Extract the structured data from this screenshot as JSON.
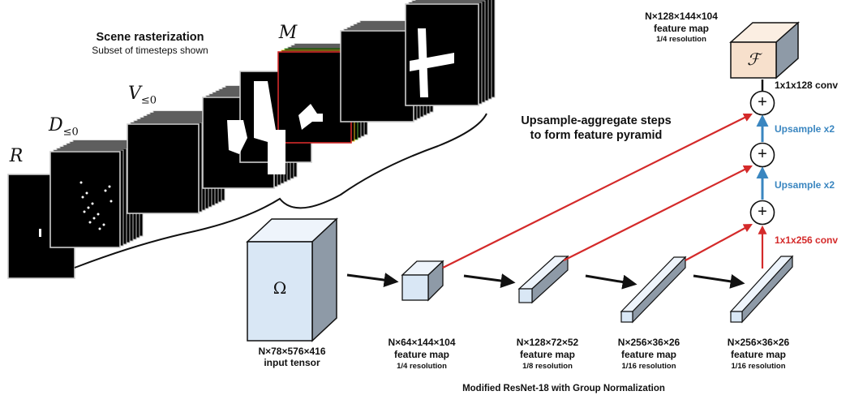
{
  "rasterization": {
    "title": "Scene rasterization",
    "subtitle": "Subset of timesteps shown",
    "labels": {
      "R": "R",
      "D": "D",
      "D_sub": "≤0",
      "V": "V",
      "V_sub": "≤0",
      "M": "M"
    }
  },
  "input_tensor": {
    "symbol": "Ω",
    "line1": "N×78×576×416",
    "line2": "input tensor"
  },
  "backbone": {
    "stages": [
      {
        "line1": "N×64×144×104",
        "line2": "feature map",
        "line3": "1/4 resolution"
      },
      {
        "line1": "N×128×72×52",
        "line2": "feature map",
        "line3": "1/8 resolution"
      },
      {
        "line1": "N×256×36×26",
        "line2": "feature map",
        "line3": "1/16 resolution"
      },
      {
        "line1": "N×256×36×26",
        "line2": "feature map",
        "line3": "1/16 resolution"
      }
    ],
    "caption": "Modified ResNet-18 with Group Normalization"
  },
  "pyramid": {
    "title_line1": "Upsample-aggregate steps",
    "title_line2": "to form feature pyramid",
    "upsample_label": "Upsample x2",
    "conv256_label": "1x1x256 conv",
    "conv128_label": "1x1x128 conv",
    "plus_symbol": "+"
  },
  "output": {
    "symbol": "ℱ",
    "line1": "N×128×144×104",
    "line2": "feature map",
    "line3": "1/4 resolution"
  },
  "colors": {
    "red_arrow": "#d42a2a",
    "blue_arrow": "#3a86c0",
    "input_block": "#d9e7f5",
    "output_block": "#f7e0cc",
    "frame_border_red": "#d42a2a",
    "frame_border_green": "#5bb43a",
    "frame_border_yellow": "#e8c21c"
  }
}
